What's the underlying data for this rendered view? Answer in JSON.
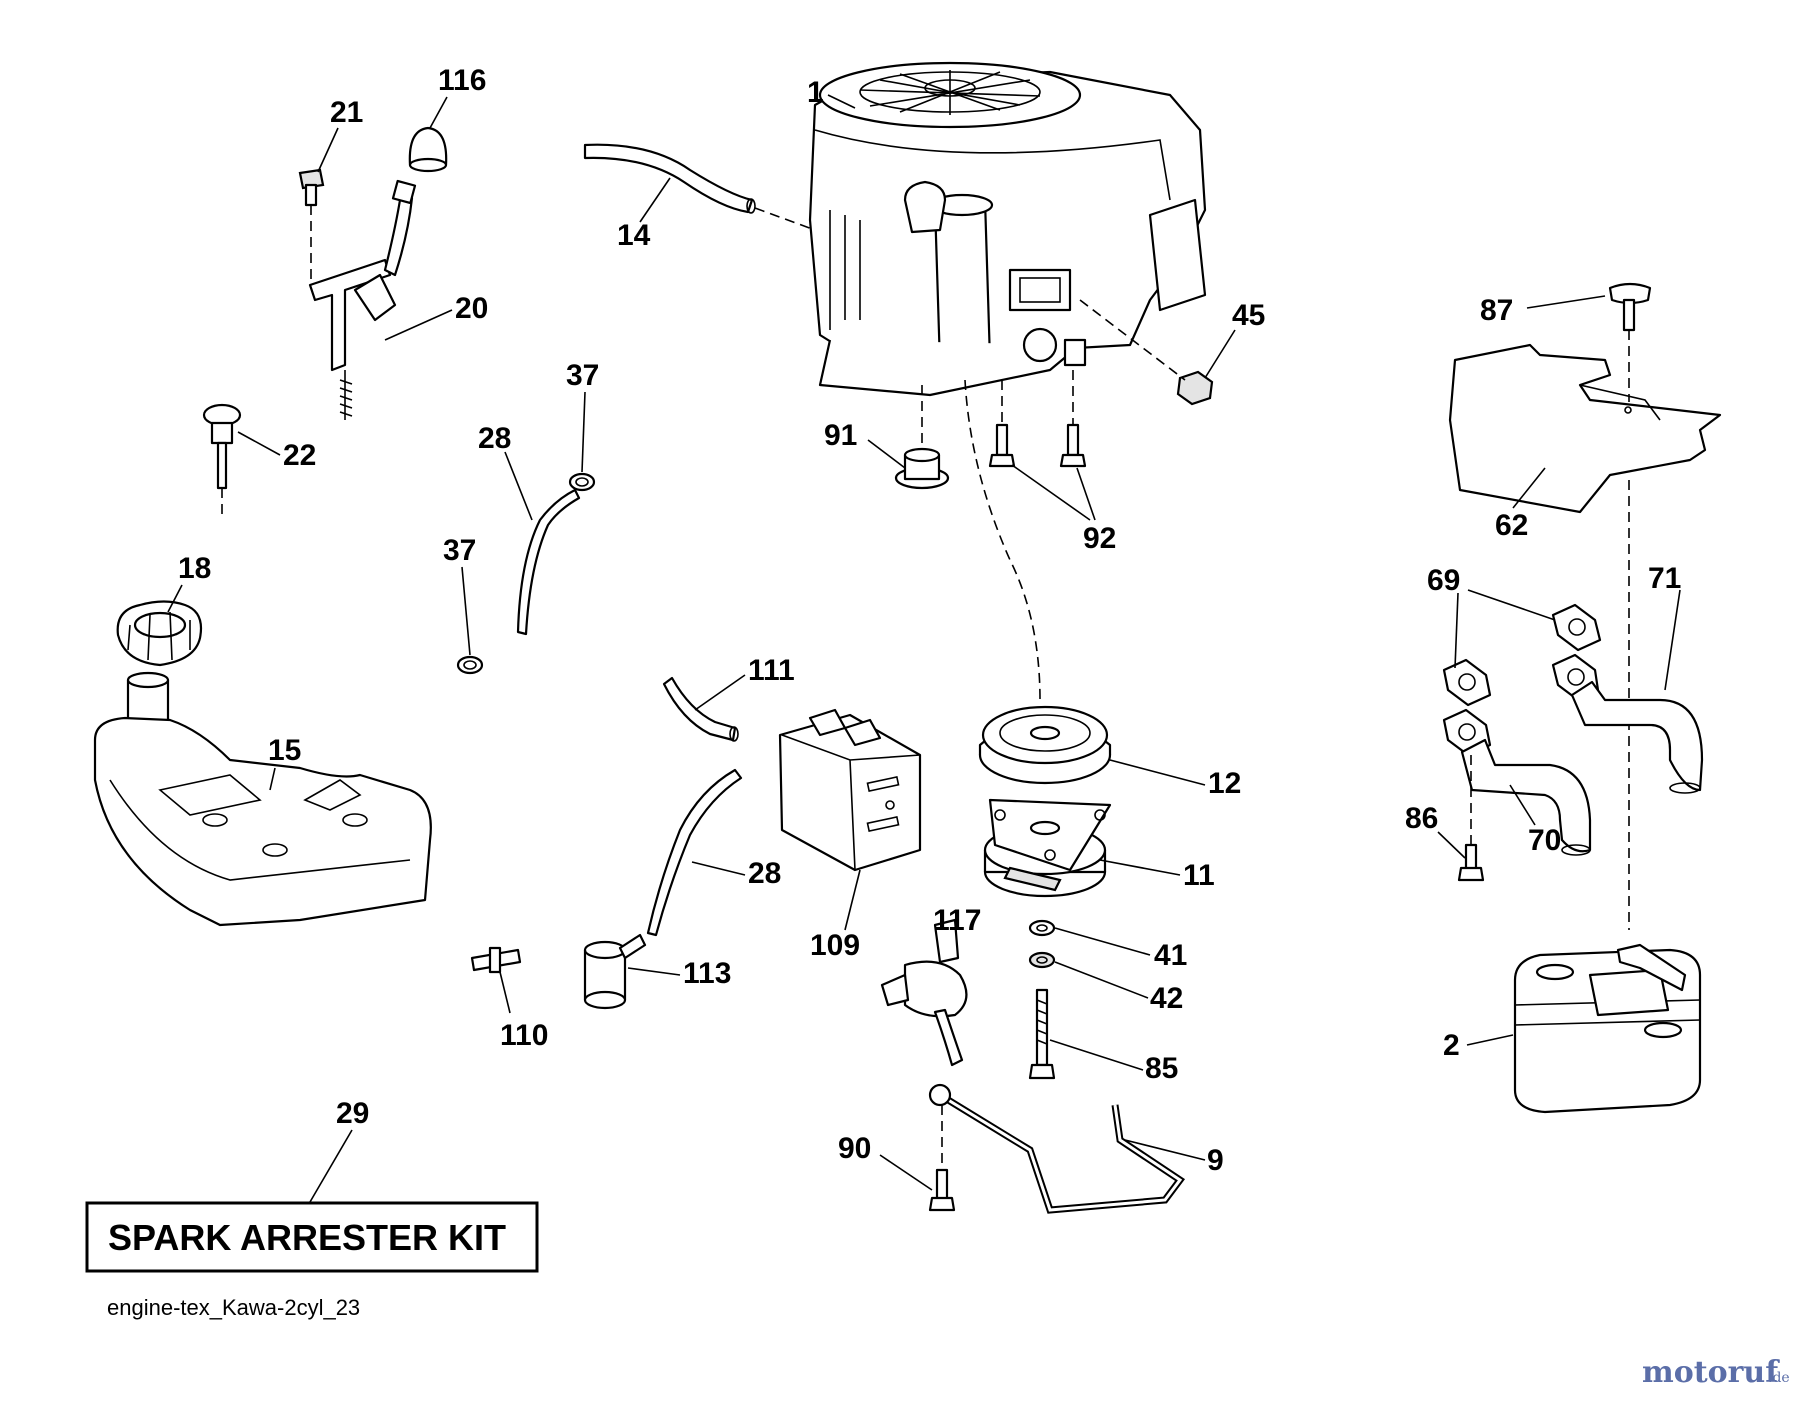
{
  "diagram": {
    "labels": {
      "l1": "1",
      "l2": "2",
      "l9": "9",
      "l11": "11",
      "l12": "12",
      "l14": "14",
      "l15": "15",
      "l18": "18",
      "l20": "20",
      "l21": "21",
      "l22": "22",
      "l28a": "28",
      "l28b": "28",
      "l29": "29",
      "l37a": "37",
      "l37b": "37",
      "l41": "41",
      "l42": "42",
      "l45": "45",
      "l62": "62",
      "l69": "69",
      "l70": "70",
      "l71": "71",
      "l85": "85",
      "l86": "86",
      "l87": "87",
      "l90": "90",
      "l91": "91",
      "l92": "92",
      "l109": "109",
      "l110": "110",
      "l111": "111",
      "l113": "113",
      "l116": "116",
      "l117": "117"
    },
    "kit_label": "SPARK ARRESTER KIT",
    "filename": "engine-tex_Kawa-2cyl_23",
    "watermark": "motoruf",
    "watermark_suffix": ".de"
  }
}
